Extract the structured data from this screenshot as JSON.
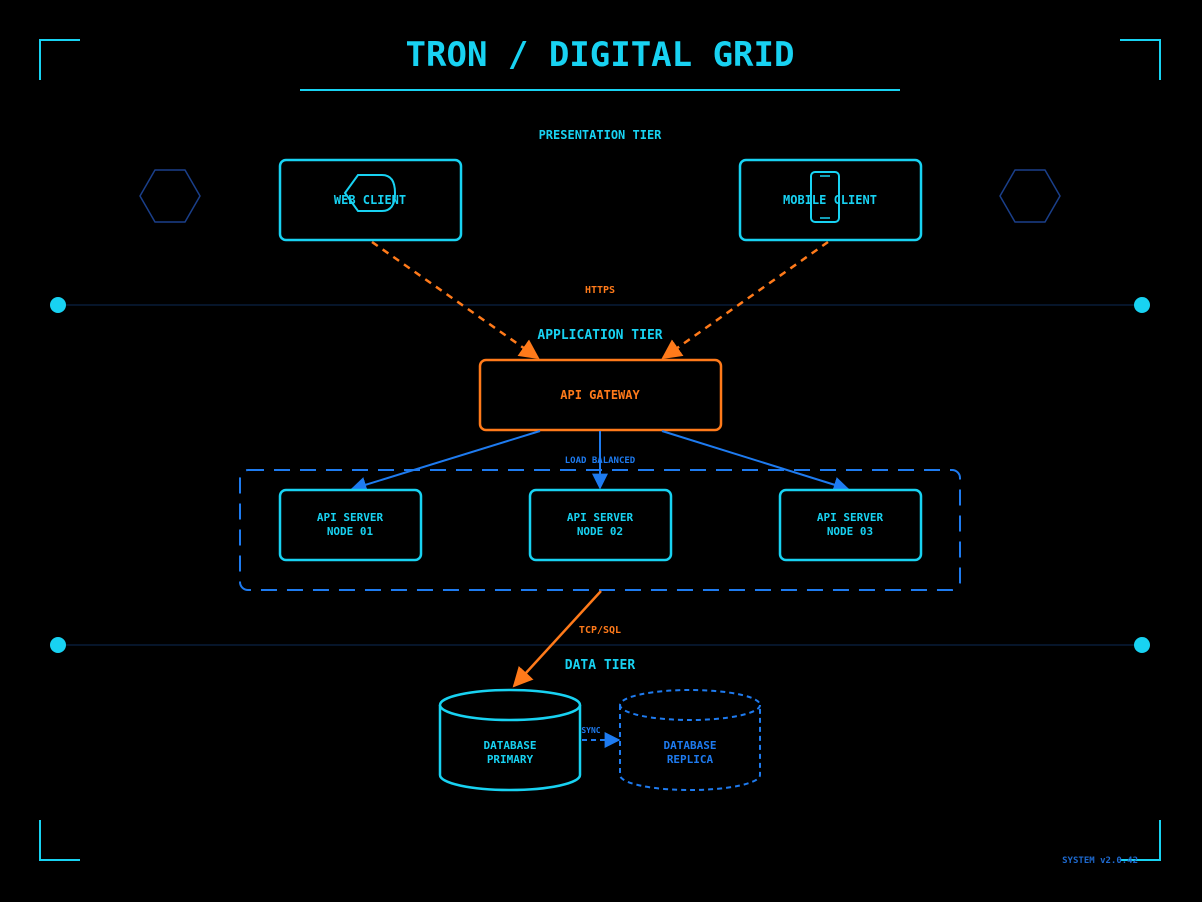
{
  "title": "TRON / DIGITAL GRID",
  "tiers": {
    "presentation": "PRESENTATION TIER",
    "application": "APPLICATION TIER",
    "data": "DATA TIER"
  },
  "nodes": {
    "web_client": "WEB CLIENT",
    "mobile_client": "MOBILE CLIENT",
    "api_gateway": "API GATEWAY",
    "server1": [
      "API SERVER",
      "NODE 01"
    ],
    "server2": [
      "API SERVER",
      "NODE 02"
    ],
    "server3": [
      "API SERVER",
      "NODE 03"
    ],
    "db_primary": [
      "DATABASE",
      "PRIMARY"
    ],
    "db_replica": [
      "DATABASE",
      "REPLICA"
    ]
  },
  "edge_labels": {
    "https": "HTTPS",
    "load_balanced": "LOAD BALANCED",
    "tcp_sql": "TCP/SQL",
    "sync": "SYNC"
  },
  "footer": "SYSTEM v2.0.42",
  "colors": {
    "cyan": "#18d2f2",
    "blue": "#1e7bf0",
    "orange": "#ff7a1a",
    "background": "#000000"
  }
}
